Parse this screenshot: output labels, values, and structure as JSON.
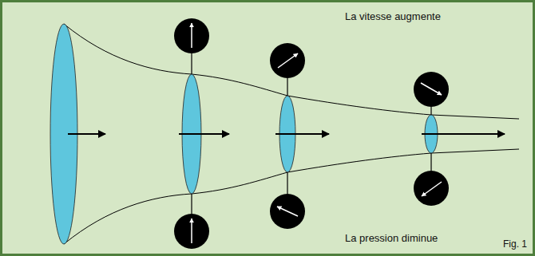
{
  "diagram": {
    "caption": "Fig. 1",
    "labels": [
      "La vitesse augmente",
      "La pression diminue"
    ]
  }
}
